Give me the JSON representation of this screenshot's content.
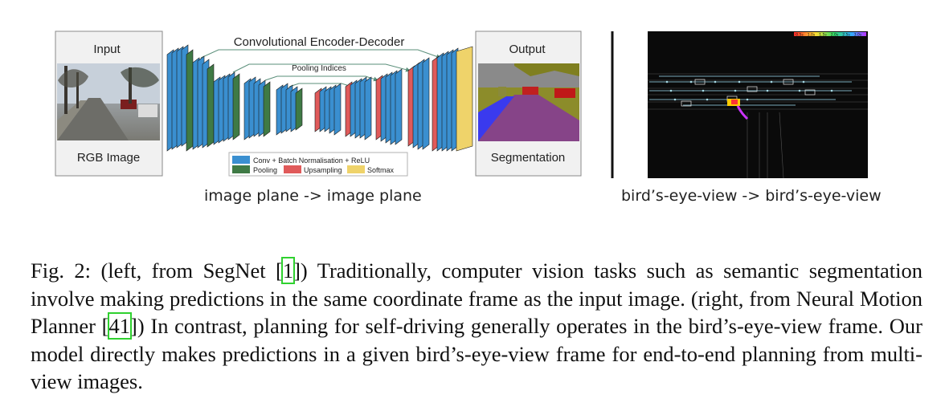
{
  "segnet": {
    "input_label": "Input",
    "rgb_label": "RGB Image",
    "title": "Convolutional Encoder-Decoder",
    "pooling_indices": "Pooling Indices",
    "output_label": "Output",
    "segmentation_label": "Segmentation",
    "legend": {
      "conv": "Conv + Batch Normalisation + ReLU",
      "pooling": "Pooling",
      "upsampling": "Upsampling",
      "softmax": "Softmax"
    },
    "colors": {
      "conv": "#3a8fd0",
      "pooling": "#3f7a45",
      "upsampling": "#e05a5a",
      "softmax": "#efd36a"
    }
  },
  "bev": {
    "colorbar_labels": [
      "0.5s",
      "1.0s",
      "1.5s",
      "2.0s",
      "2.5s",
      "3.0s"
    ]
  },
  "subcaptions": {
    "left": "image plane -> image plane",
    "right": "bird’s-eye-view -> bird’s-eye-view"
  },
  "caption": {
    "prefix": "Fig. 2: (left, from SegNet [",
    "ref1": "1",
    "mid1": "]) Traditionally, computer vision tasks such as semantic segmentation involve making predictions in the same coordinate frame as the input image. (right, from Neural Motion Planner [",
    "ref2": "41",
    "rest": "]) In contrast, planning for self-driving generally operates in the bird’s-eye-view frame. Our model directly makes predictions in a given bird’s-eye-view frame for end-to-end planning from multi-view images."
  }
}
